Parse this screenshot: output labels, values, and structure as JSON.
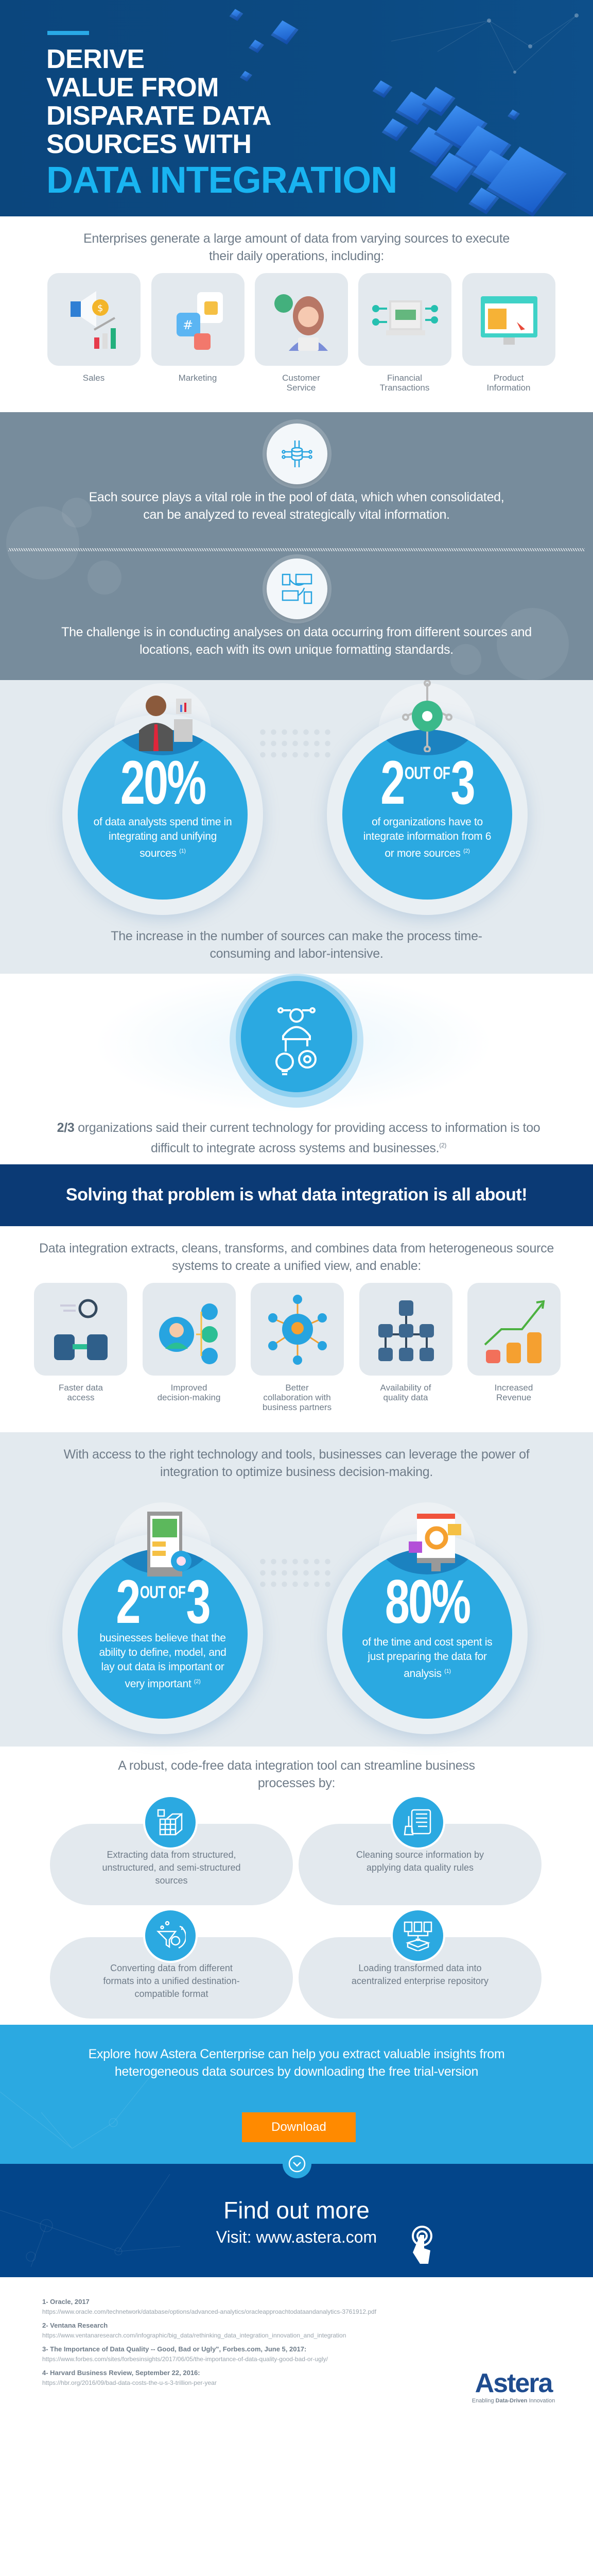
{
  "colors": {
    "header_bg": "#0c4a82",
    "highlight": "#19b4f1",
    "gray_section": "#778c9c",
    "light_section": "#e3eaef",
    "stat_blue": "#2ba9e1",
    "band": "#0b3a75",
    "cta_bg": "#2ba9e1",
    "footer_bg": "#03458a",
    "button": "#ff8a00"
  },
  "header": {
    "title_lines": [
      "DERIVE",
      "VALUE FROM",
      "DISPARATE DATA",
      "SOURCES WITH"
    ],
    "highlight": "DATA INTEGRATION"
  },
  "intro": {
    "text": "Enterprises generate a large amount of data from varying sources to execute their daily operations, including:",
    "sources": [
      {
        "label": "Sales",
        "icon": "megaphone-sales-icon"
      },
      {
        "label": "Marketing",
        "icon": "social-marketing-icon"
      },
      {
        "label": "Customer Service",
        "icon": "support-agent-icon"
      },
      {
        "label": "Financial Transactions",
        "icon": "laptop-money-icon"
      },
      {
        "label": "Product Information",
        "icon": "monitor-product-icon"
      }
    ]
  },
  "gray": {
    "paragraph1": "Each source plays a vital role in the pool of data, which when consolidated, can be analyzed to reveal strategically vital information.",
    "paragraph2": "The challenge is in conducting analyses on data occurring from different sources and locations, each with its own unique formatting standards."
  },
  "stats1": [
    {
      "value": "20%",
      "text": "of data analysts spend time in integrating and unifying sources",
      "sup": "(1)"
    },
    {
      "big1": "2",
      "small": "OUT OF",
      "big2": "3",
      "text": "of organizations have to integrate information from 6 or more sources",
      "sup": "(2)"
    }
  ],
  "stats1_note": "The increase in the number of sources can make the process time-consuming and labor-intensive.",
  "tech": {
    "bold": "2/3",
    "text": " organizations said their current technology for providing access to information is too difficult to integrate across systems and businesses.",
    "sup": "(2)"
  },
  "banner": {
    "text": "Solving that problem is what data integration is all about!"
  },
  "enable": {
    "text": "Data integration extracts, cleans, transforms, and combines data from heterogeneous source systems to create a unified view, and enable:",
    "items": [
      {
        "label": "Faster data access"
      },
      {
        "label": "Improved decision-making"
      },
      {
        "label": "Better collaboration with business partners"
      },
      {
        "label": "Availability of quality data"
      },
      {
        "label": "Increased Revenue"
      }
    ]
  },
  "leverage": {
    "text": "With access to the right technology and tools, businesses can leverage the power of integration to optimize business decision-making."
  },
  "stats2": [
    {
      "big1": "2",
      "small": "OUT OF",
      "big2": "3",
      "text": "businesses believe that the ability to define, model, and lay out data is important or very important",
      "sup": "(2)"
    },
    {
      "value": "80%",
      "text": "of the time and cost spent is just preparing the data for analysis",
      "sup": "(1)"
    }
  ],
  "robust": {
    "text": "A robust, code-free data integration tool can streamline business processes by:",
    "items": [
      {
        "label": "Extracting data from structured, unstructured, and semi-structured sources"
      },
      {
        "label": "Cleaning source information by applying data quality rules"
      },
      {
        "label": "Converting data from different formats into a unified destination-compatible format"
      },
      {
        "label": "Loading transformed data into acentralized enterprise repository"
      }
    ]
  },
  "cta": {
    "text": "Explore how Astera Centerprise can help you extract valuable insights from heterogeneous data sources by downloading the free trial-version",
    "button": "Download"
  },
  "find_out": {
    "title": "Find out more",
    "visit": "Visit: www.astera.com"
  },
  "references": [
    {
      "title": "1-  Oracle, 2017",
      "url": "https://www.oracle.com/technetwork/database/options/advanced-analytics/oracleapproachtodataandanalytics-3761912.pdf"
    },
    {
      "title": "2-  Ventana Research",
      "url": "https://www.ventanaresearch.com/infographic/big_data/rethinking_data_integration_innovation_and_integration"
    },
    {
      "title": "3-  The Importance of Data Quality -- Good, Bad or Ugly\", Forbes.com, June 5, 2017:",
      "url": "https://www.forbes.com/sites/forbesinsights/2017/06/05/the-importance-of-data-quality-good-bad-or-ugly/"
    },
    {
      "title": "4-  Harvard Business Review, September 22, 2016:",
      "url": "https://hbr.org/2016/09/bad-data-costs-the-u-s-3-trillion-per-year"
    }
  ],
  "logo": {
    "name": "Astera",
    "tagline_pre": "Enabling ",
    "tagline_bold": "Data-Driven",
    "tagline_post": " Innovation"
  }
}
